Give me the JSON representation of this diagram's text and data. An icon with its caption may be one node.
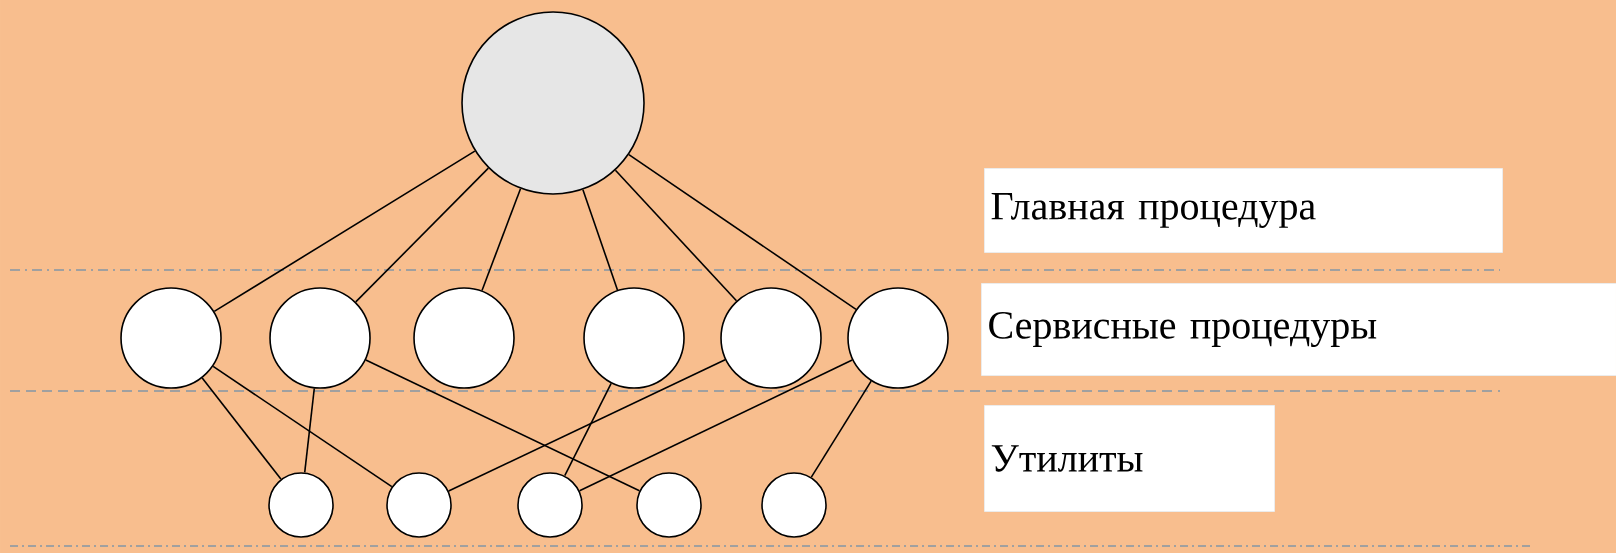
{
  "diagram": {
    "nodes": [
      {
        "text": [],
        "shape": "circle"
      },
      {
        "text": [],
        "shape": "circle"
      },
      {
        "text": [],
        "shape": "circle"
      },
      {
        "text": [],
        "shape": "circle"
      },
      {
        "text": [],
        "shape": "circle"
      },
      {
        "text": [],
        "shape": "circle"
      },
      {
        "text": [],
        "shape": "circle"
      },
      {
        "text": [],
        "shape": "circle"
      },
      {
        "text": [],
        "shape": "circle"
      },
      {
        "text": [],
        "shape": "circle"
      },
      {
        "text": [],
        "shape": "circle"
      },
      {
        "text": [],
        "shape": "circle"
      },
      {
        "text": [
          "Главная процедура"
        ]
      },
      {
        "text": [
          "Сервисные процедуры"
        ]
      },
      {
        "text": [
          "Утилиты"
        ]
      }
    ],
    "edges": [
      {
        "from": 0,
        "to": 1,
        "arrow": "none"
      },
      {
        "from": 0,
        "to": 2,
        "arrow": "none"
      },
      {
        "from": 0,
        "to": 3,
        "arrow": "none"
      },
      {
        "from": 0,
        "to": 4,
        "arrow": "none"
      },
      {
        "from": 0,
        "to": 5,
        "arrow": "none"
      },
      {
        "from": 0,
        "to": 6,
        "arrow": "none"
      },
      {
        "from": 1,
        "to": 7,
        "arrow": "none"
      },
      {
        "from": 1,
        "to": 8,
        "arrow": "none"
      },
      {
        "from": 2,
        "to": 7,
        "arrow": "none"
      },
      {
        "from": 2,
        "to": 10,
        "arrow": "none"
      },
      {
        "from": 4,
        "to": 9,
        "arrow": "none"
      },
      {
        "from": 5,
        "to": 8,
        "arrow": "none"
      },
      {
        "from": 6,
        "to": 9,
        "arrow": "none"
      },
      {
        "from": 6,
        "to": 11,
        "arrow": "none"
      }
    ]
  }
}
